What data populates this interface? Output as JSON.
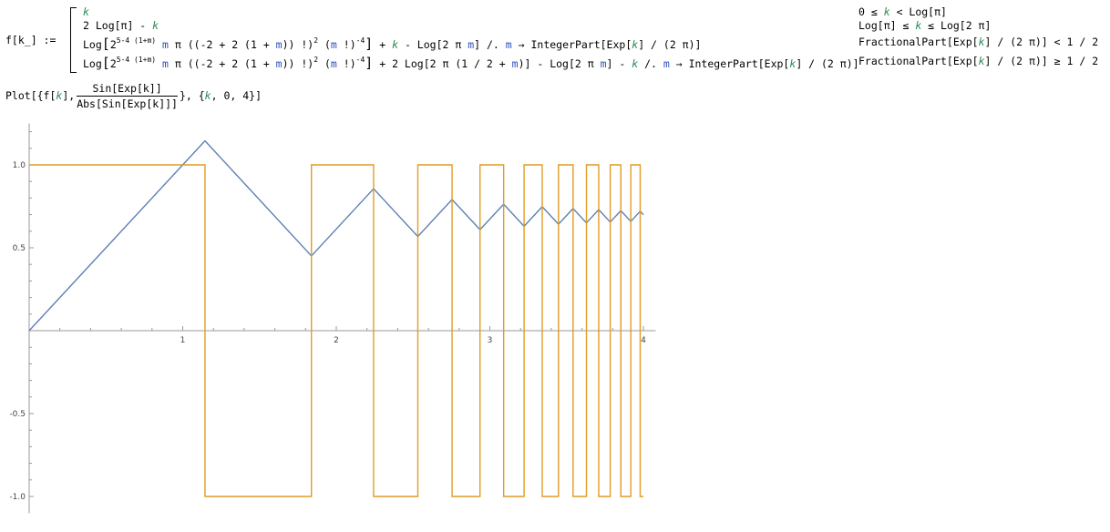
{
  "definition": {
    "lhs": "f[k_] :=",
    "cases": [
      {
        "expr": [
          {
            "t": "k",
            "c": "green"
          }
        ],
        "cond": [
          {
            "t": "0 ≤ "
          },
          {
            "t": "k",
            "c": "green"
          },
          {
            "t": " < Log[π]"
          }
        ]
      },
      {
        "expr": [
          {
            "t": "2 Log[π] - "
          },
          {
            "t": "k",
            "c": "green"
          }
        ],
        "cond": [
          {
            "t": "Log[π] ≤ "
          },
          {
            "t": "k",
            "c": "green"
          },
          {
            "t": " ≤ Log[2 π]"
          }
        ]
      },
      {
        "expr": [
          {
            "t": "Log"
          },
          {
            "t": "[",
            "c": "big"
          },
          {
            "t": "2"
          },
          {
            "t": "5-4 (1+m)",
            "c": "sup"
          },
          {
            "t": " m",
            "c": "blue"
          },
          {
            "t": " π ((-2 + 2 (1 + "
          },
          {
            "t": "m",
            "c": "blue"
          },
          {
            "t": ")) !)"
          },
          {
            "t": "2",
            "c": "sup"
          },
          {
            "t": " ("
          },
          {
            "t": "m",
            "c": "blue"
          },
          {
            "t": " !)"
          },
          {
            "t": "-4",
            "c": "sup"
          },
          {
            "t": "]",
            "c": "big"
          },
          {
            "t": " + "
          },
          {
            "t": "k",
            "c": "green"
          },
          {
            "t": " - Log[2 π "
          },
          {
            "t": "m",
            "c": "blue"
          },
          {
            "t": "] /. "
          },
          {
            "t": "m",
            "c": "blue"
          },
          {
            "t": " → IntegerPart[Exp["
          },
          {
            "t": "k",
            "c": "green"
          },
          {
            "t": "] / (2 π)]"
          }
        ],
        "cond": [
          {
            "t": "FractionalPart[Exp["
          },
          {
            "t": "k",
            "c": "green"
          },
          {
            "t": "] / (2 π)] < 1 / 2"
          }
        ]
      },
      {
        "expr": [
          {
            "t": "Log"
          },
          {
            "t": "[",
            "c": "big"
          },
          {
            "t": "2"
          },
          {
            "t": "5-4 (1+m)",
            "c": "sup"
          },
          {
            "t": " m",
            "c": "blue"
          },
          {
            "t": " π ((-2 + 2 (1 + "
          },
          {
            "t": "m",
            "c": "blue"
          },
          {
            "t": ")) !)"
          },
          {
            "t": "2",
            "c": "sup"
          },
          {
            "t": " ("
          },
          {
            "t": "m",
            "c": "blue"
          },
          {
            "t": " !)"
          },
          {
            "t": "-4",
            "c": "sup"
          },
          {
            "t": "]",
            "c": "big"
          },
          {
            "t": " + 2 Log[2 π (1 / 2 + "
          },
          {
            "t": "m",
            "c": "blue"
          },
          {
            "t": ")] - Log[2 π "
          },
          {
            "t": "m",
            "c": "blue"
          },
          {
            "t": "] - "
          },
          {
            "t": "k",
            "c": "green"
          },
          {
            "t": " /. "
          },
          {
            "t": "m",
            "c": "blue"
          },
          {
            "t": " → IntegerPart[Exp["
          },
          {
            "t": "k",
            "c": "green"
          },
          {
            "t": "] / (2 π)]"
          }
        ],
        "cond": [
          {
            "t": "FractionalPart[Exp["
          },
          {
            "t": "k",
            "c": "green"
          },
          {
            "t": "] / (2 π)] ≥ 1 / 2"
          }
        ]
      }
    ]
  },
  "plot_command": {
    "prefix": "Plot[{f[",
    "k1": "k",
    "mid": "],",
    "numerator": "Sin[Exp[k]]",
    "denominator": "Abs[Sin[Exp[k]]]",
    "suffix": "}, {",
    "k2": "k",
    "range": ", 0, 4}]"
  },
  "colors": {
    "series_f": "#5e81b5",
    "series_sign": "#e19c24",
    "axis": "#999999",
    "var_blue": "#2a52be",
    "var_green": "#2e8b57"
  },
  "chart_data": {
    "type": "line",
    "xlim": [
      0,
      4
    ],
    "ylim": [
      -1.1,
      1.25
    ],
    "x_ticks": [
      1,
      2,
      3,
      4
    ],
    "x_tick_labels": [
      "1",
      "2",
      "3",
      "4"
    ],
    "y_ticks": [
      -1.0,
      -0.5,
      0.5,
      1.0
    ],
    "y_tick_labels": [
      "-1.0",
      "-0.5",
      "0.5",
      "1.0"
    ],
    "grid": false,
    "series": [
      {
        "id": "f",
        "color": "#5e81b5",
        "points": [
          [
            0,
            0
          ],
          [
            1.145,
            1.145
          ],
          [
            1.838,
            0.451
          ],
          [
            2.243,
            0.856
          ],
          [
            2.531,
            0.568
          ],
          [
            2.754,
            0.791
          ],
          [
            2.936,
            0.609
          ],
          [
            3.09,
            0.763
          ],
          [
            3.223,
            0.63
          ],
          [
            3.341,
            0.748
          ],
          [
            3.447,
            0.642
          ],
          [
            3.542,
            0.737
          ],
          [
            3.629,
            0.65
          ],
          [
            3.709,
            0.73
          ],
          [
            3.784,
            0.655
          ],
          [
            3.853,
            0.724
          ],
          [
            3.918,
            0.659
          ],
          [
            3.979,
            0.72
          ],
          [
            4.0,
            0.699
          ]
        ]
      },
      {
        "id": "sign",
        "color": "#e19c24",
        "switch_points": [
          1.145,
          1.838,
          2.243,
          2.531,
          2.754,
          2.936,
          3.09,
          3.223,
          3.341,
          3.447,
          3.542,
          3.629,
          3.709,
          3.784,
          3.853,
          3.918,
          3.979
        ],
        "start_value": 1
      }
    ]
  }
}
